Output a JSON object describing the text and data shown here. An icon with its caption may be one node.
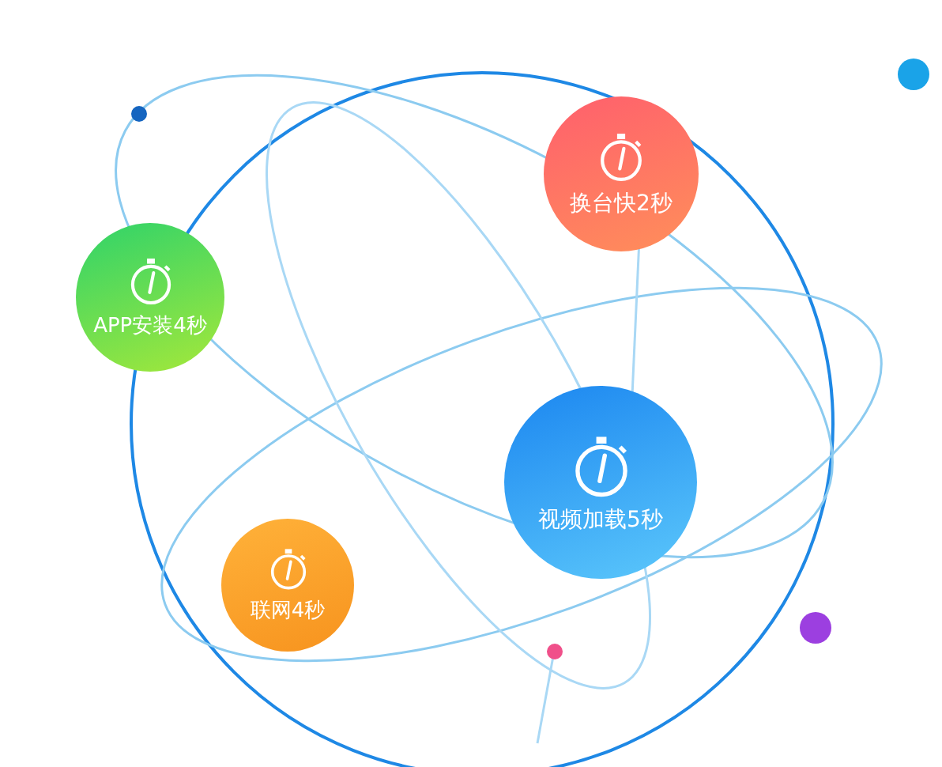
{
  "diagram": {
    "nodes": [
      {
        "text": [
          "换台快2秒"
        ]
      },
      {
        "text": [
          "APP安装4秒"
        ]
      },
      {
        "text": [
          "视频加载5秒"
        ]
      },
      {
        "text": [
          "联网4秒"
        ]
      }
    ]
  }
}
